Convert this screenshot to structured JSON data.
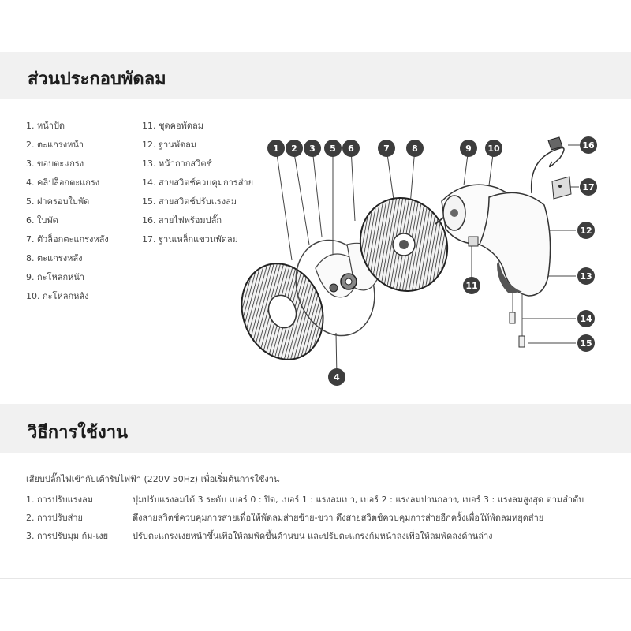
{
  "section_parts": {
    "title": "ส่วนประกอบพัดลม",
    "items_col1": [
      "1.  หน้าปัด",
      "2.  ตะแกรงหน้า",
      "3.  ขอบตะแกรง",
      "4.  คลิปล็อกตะแกรง",
      "5.  ฝาครอบใบพัด",
      "6.  ใบพัด",
      "7.  ตัวล็อกตะแกรงหลัง",
      "8.  ตะแกรงหลัง",
      "9.  กะโหลกหน้า",
      "10. กะโหลกหลัง"
    ],
    "items_col2": [
      "11. ชุดคอพัดลม",
      "12. ฐานพัดลม",
      "13. หน้ากากสวิตช์",
      "14. สายสวิตช์ควบคุมการส่าย",
      "15. สายสวิตช์ปรับแรงลม",
      "16. สายไฟพร้อมปลั๊ก",
      "17. ฐานเหล็กแขวนพัดลม"
    ],
    "callouts": [
      "1",
      "2",
      "3",
      "4",
      "5",
      "6",
      "7",
      "8",
      "9",
      "10",
      "11",
      "12",
      "13",
      "14",
      "15",
      "16",
      "17"
    ]
  },
  "section_usage": {
    "title": "วิธีการใช้งาน",
    "intro": "เสียบปลั๊กไฟเข้ากับเต้ารับไฟฟ้า (220V 50Hz) เพื่อเริ่มต้นการใช้งาน",
    "steps": [
      {
        "label": "1.  การปรับแรงลม",
        "text": "ปุ่มปรับแรงลมได้ 3 ระดับ เบอร์ 0 : ปิด, เบอร์ 1 : แรงลมเบา, เบอร์ 2 : แรงลมปานกลาง, เบอร์ 3 : แรงลมสูงสุด ตามลำดับ"
      },
      {
        "label": "2.  การปรับส่าย",
        "text": "ดึงสายสวิตช์ควบคุมการส่ายเพื่อให้พัดลมส่ายซ้าย-ขวา ดึงสายสวิตช์ควบคุมการส่ายอีกครั้งเพื่อให้พัดลมหยุดส่าย"
      },
      {
        "label": "3.  การปรับมุม ก้ม-เงย",
        "text": "ปรับตะแกรงเงยหน้าขึ้นเพื่อให้ลมพัดขึ้นด้านบน และปรับตะแกรงก้มหน้าลงเพื่อให้ลมพัดลงด้านล่าง"
      }
    ]
  }
}
